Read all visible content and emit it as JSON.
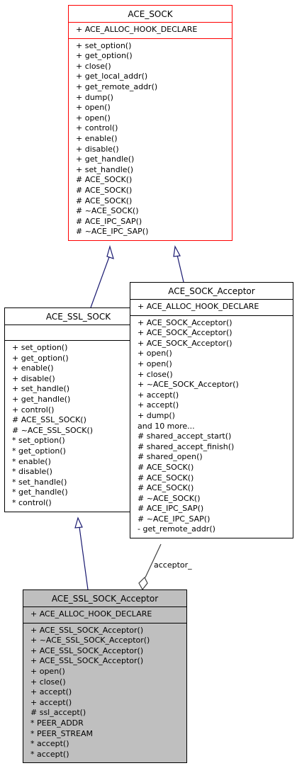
{
  "colors": {
    "edge": "#191970",
    "aggregation": "#404040",
    "red_border": "#ff0000",
    "highlight_fill": "#bfbfbf"
  },
  "ace_sock": {
    "name": "ACE_SOCK",
    "attributes": [
      "+ ACE_ALLOC_HOOK_DECLARE"
    ],
    "methods": [
      "+ set_option()",
      "+ get_option()",
      "+ close()",
      "+ get_local_addr()",
      "+ get_remote_addr()",
      "+ dump()",
      "+ open()",
      "+ open()",
      "+ control()",
      "+ enable()",
      "+ disable()",
      "+ get_handle()",
      "+ set_handle()",
      "# ACE_SOCK()",
      "# ACE_SOCK()",
      "# ACE_SOCK()",
      "# ~ACE_SOCK()",
      "# ACE_IPC_SAP()",
      "# ~ACE_IPC_SAP()"
    ]
  },
  "ace_ssl_sock": {
    "name": "ACE_SSL_SOCK",
    "attributes": [],
    "methods": [
      "+ set_option()",
      "+ get_option()",
      "+ enable()",
      "+ disable()",
      "+ set_handle()",
      "+ get_handle()",
      "+ control()",
      "# ACE_SSL_SOCK()",
      "# ~ACE_SSL_SOCK()",
      "* set_option()",
      "* get_option()",
      "* enable()",
      "* disable()",
      "* set_handle()",
      "* get_handle()",
      "* control()"
    ]
  },
  "ace_sock_acceptor": {
    "name": "ACE_SOCK_Acceptor",
    "attributes": [
      "+ ACE_ALLOC_HOOK_DECLARE"
    ],
    "methods": [
      "+ ACE_SOCK_Acceptor()",
      "+ ACE_SOCK_Acceptor()",
      "+ ACE_SOCK_Acceptor()",
      "+ open()",
      "+ open()",
      "+ close()",
      "+ ~ACE_SOCK_Acceptor()",
      "+ accept()",
      "+ accept()",
      "+ dump()",
      "and 10 more...",
      "# shared_accept_start()",
      "# shared_accept_finish()",
      "# shared_open()",
      "# ACE_SOCK()",
      "# ACE_SOCK()",
      "# ACE_SOCK()",
      "# ~ACE_SOCK()",
      "# ACE_IPC_SAP()",
      "# ~ACE_IPC_SAP()",
      "- get_remote_addr()"
    ]
  },
  "ace_ssl_sock_acceptor": {
    "name": "ACE_SSL_SOCK_Acceptor",
    "attributes": [
      "+ ACE_ALLOC_HOOK_DECLARE"
    ],
    "methods": [
      "+ ACE_SSL_SOCK_Acceptor()",
      "+ ~ACE_SSL_SOCK_Acceptor()",
      "+ ACE_SSL_SOCK_Acceptor()",
      "+ ACE_SSL_SOCK_Acceptor()",
      "+ open()",
      "+ close()",
      "+ accept()",
      "+ accept()",
      "# ssl_accept()",
      "* PEER_ADDR",
      "* PEER_STREAM",
      "* accept()",
      "* accept()"
    ]
  },
  "relations": {
    "acceptor_label": "acceptor_"
  }
}
